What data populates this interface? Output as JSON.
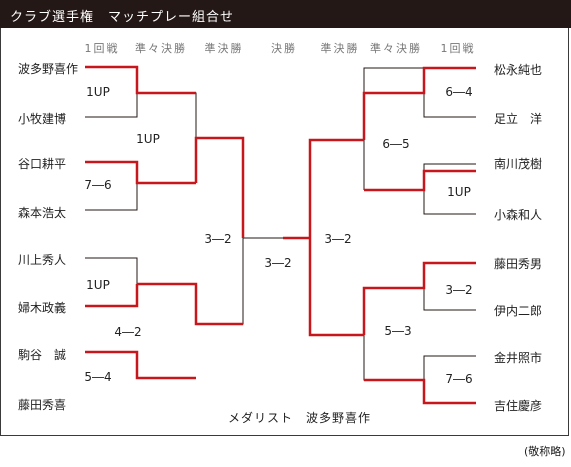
{
  "title": "クラブ選手権　マッチプレー組合せ",
  "rounds": [
    "1回戦",
    "準々決勝",
    "準決勝",
    "決勝",
    "準決勝",
    "準々決勝",
    "1回戦"
  ],
  "left_players": [
    "波多野喜作",
    "小牧建博",
    "谷口耕平",
    "森本浩太",
    "川上秀人",
    "婦木政義",
    "駒谷　誠",
    "藤田秀喜"
  ],
  "right_players": [
    "松永純也",
    "足立　洋",
    "南川茂樹",
    "小森和人",
    "藤田秀男",
    "伊内二郎",
    "金井照市",
    "吉住慶彦"
  ],
  "scores": {
    "l_r1_1": "1UP",
    "l_r1_2": "7―6",
    "l_r1_3": "1UP",
    "l_r1_4": "5―4",
    "l_qf_1": "1UP",
    "l_qf_2": "4―2",
    "l_sf": "3―2",
    "final": "3―2",
    "r_sf": "3―2",
    "r_qf_1": "6―5",
    "r_qf_2": "5―3",
    "r_r1_1": "6―4",
    "r_r1_2": "1UP",
    "r_r1_3": "3―2",
    "r_r1_4": "7―6"
  },
  "medalist": "メダリスト　波多野喜作",
  "footnote": "(敬称略)",
  "colors": {
    "winner_line": "#c8161d",
    "loser_line": "#231815",
    "title_bg": "#231815"
  }
}
